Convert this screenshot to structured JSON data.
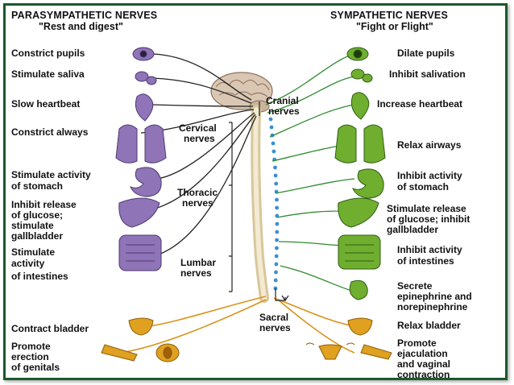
{
  "parasympathetic": {
    "title": "PARASYMPATHETIC NERVES",
    "subtitle": "\"Rest and digest\"",
    "effects": [
      "Constrict pupils",
      "Stimulate saliva",
      "Slow heartbeat",
      "Constrict always",
      "Stimulate activity",
      "of stomach",
      "Inhibit release",
      "of glucose;",
      "stimulate",
      "gallbladder",
      "Stimulate",
      "activity",
      "of intestines",
      "Contract bladder",
      "Promote",
      "erection",
      "of genitals"
    ]
  },
  "sympathetic": {
    "title": "SYMPATHETIC NERVES",
    "subtitle": "\"Fight or Flight\"",
    "effects": [
      "Dilate pupils",
      "Inhibit salivation",
      "Increase heartbeat",
      "Relax airways",
      "Inhibit activity",
      "of stomach",
      "Stimulate release",
      "of glucose; inhibit",
      "gallbladder",
      "Inhibit activity",
      "of intestines",
      "Secrete",
      "epinephrine and",
      "norepinephrine",
      "Relax bladder",
      "Promote",
      "ejaculation",
      "and vaginal",
      "contraction"
    ]
  },
  "nerve_labels": {
    "cranial_1": "Cranial",
    "cranial_2": "nerves",
    "cervical_1": "Cervical",
    "cervical_2": "nerves",
    "thoracic_1": "Thoracic",
    "thoracic_2": "nerves",
    "lumbar_1": "Lumbar",
    "lumbar_2": "nerves",
    "sacral_1": "Sacral",
    "sacral_2": "nerves"
  },
  "colors": {
    "border": "#1a5a2a",
    "parasympathetic_organ": "#8f74b8",
    "sympathetic_organ": "#6fae2f",
    "pelvic_organ": "#e0a020",
    "parasympathetic_line": "#222222",
    "sympathetic_line": "#2e8b2e",
    "pelvic_line": "#d8931a",
    "spinal_cord": "#e8dcc0",
    "ganglia": "#3a8fd0"
  }
}
